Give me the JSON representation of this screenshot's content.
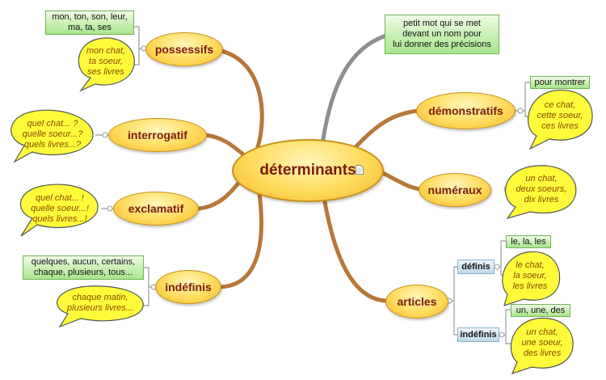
{
  "center": "déterminants",
  "branches": {
    "possessifs": {
      "label": "possessifs",
      "forms": "mon, ton, son, leur,\nma, ta, ses",
      "example": "mon chat,\nta soeur,\nses livres"
    },
    "interrogatif": {
      "label": "interrogatif",
      "example": "quel chat... ?\nquelle soeur...?\nquels livres...?"
    },
    "exclamatif": {
      "label": "exclamatif",
      "example": "quel chat... !\nquelle soeur...!\nquels livres...!"
    },
    "indefinis": {
      "label": "indéfinis",
      "forms": "quelques, aucun, certains,\nchaque, plusieurs, tous...",
      "example": "chaque matin,\nplusieurs livres..."
    },
    "note": {
      "text": "petit mot qui se met\ndevant un nom pour\nlui donner des précisions"
    },
    "demonstratifs": {
      "label": "démonstratifs",
      "forms": "pour montrer",
      "example": "ce chat,\ncette soeur,\nces livres"
    },
    "numeraux": {
      "label": "numéraux",
      "example": "un chat,\ndeux soeurs,\ndix livres"
    },
    "articles": {
      "label": "articles",
      "definis": {
        "label": "définis",
        "forms": "le, la, les",
        "example": "le chat,\nla soeur,\nles livres"
      },
      "indefinis": {
        "label": "indéfinis",
        "forms": "un, une, des",
        "example": "un chat,\nune soeur,\ndes livres"
      }
    }
  },
  "colors": {
    "oval": "#ffd84f",
    "branch": "#b7773a",
    "note_link": "#8f8f8f",
    "green_box": "#a9e58c",
    "bubble": "#fffb3a",
    "text_dark_red": "#7a1a10"
  }
}
